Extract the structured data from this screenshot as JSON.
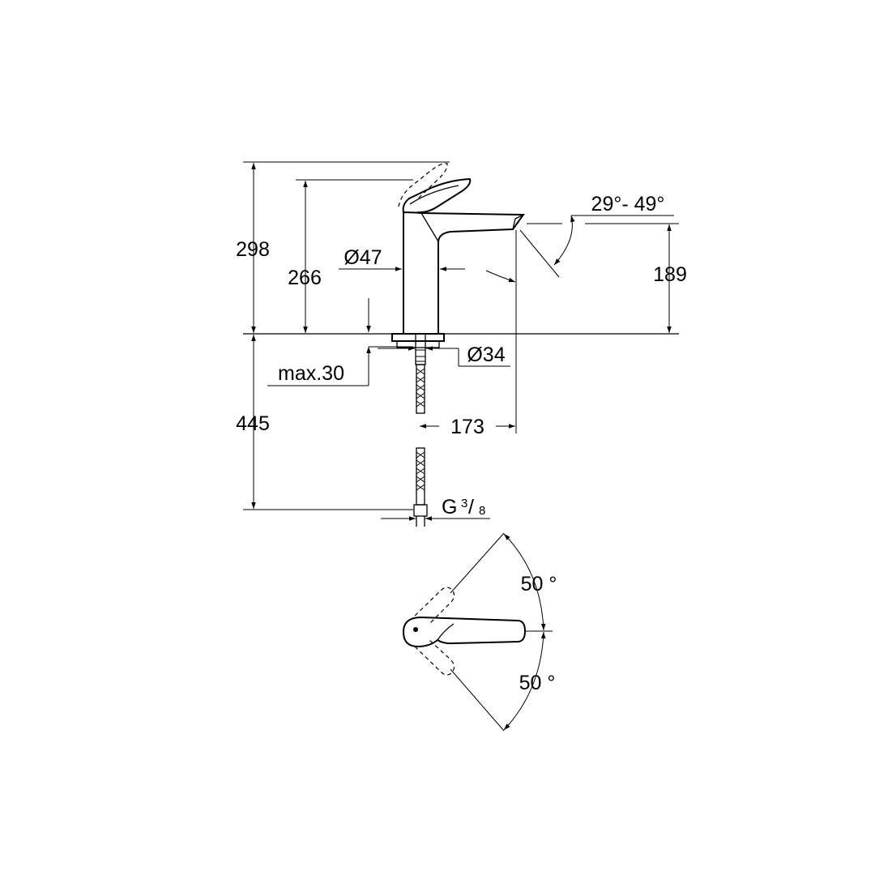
{
  "dimensions": {
    "total_height": "298",
    "lever_height": "266",
    "body_diameter": "Ø47",
    "spout_height": "189",
    "spout_angle": "29°- 49°",
    "base_diameter": "Ø34",
    "max_thickness": "max.30",
    "hose_length": "445",
    "spout_reach": "173",
    "connection_main": "G",
    "connection_num": "3",
    "connection_den": "8",
    "swing_angle_left": "50 °",
    "swing_angle_right": "50 °"
  },
  "colors": {
    "line": "#000000",
    "background": "#ffffff"
  }
}
